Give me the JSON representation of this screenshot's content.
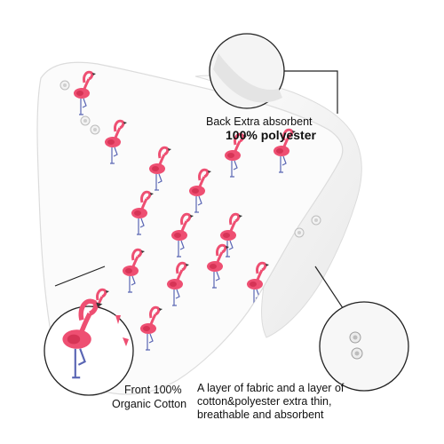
{
  "callouts": {
    "back": {
      "line1": "Back Extra absorbent",
      "line2": "100% polyester"
    },
    "front": {
      "line1": "Front 100%",
      "line2": "Organic Cotton"
    },
    "layer": {
      "line1": "A layer of fabric and a layer of",
      "line2": "cotton&polyester extra  thin,",
      "line3": "breathable and absorbent"
    }
  },
  "colors": {
    "flamingo_pink": "#ee4f72",
    "flamingo_dark": "#d63456",
    "leg_blue": "#5a66b4",
    "fabric_white": "#fbfbfb",
    "edge_shadow": "#dcdcdc",
    "callout_line": "#222222"
  }
}
